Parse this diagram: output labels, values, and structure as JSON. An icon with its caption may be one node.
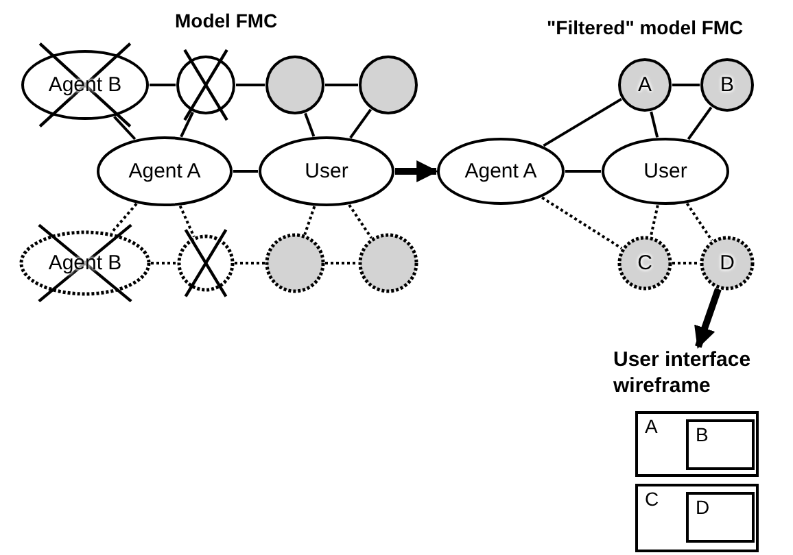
{
  "diagram": {
    "nodes": [
      {
        "text": [
          "Agent B"
        ]
      },
      {
        "text": [],
        "shape": "circle"
      },
      {
        "text": [],
        "shape": "circle"
      },
      {
        "text": [],
        "shape": "circle"
      },
      {
        "text": [
          "Agent A"
        ]
      },
      {
        "text": [
          "User"
        ]
      },
      {
        "text": [
          "Agent B"
        ]
      },
      {
        "text": [],
        "shape": "circle"
      },
      {
        "text": [],
        "shape": "circle"
      },
      {
        "text": [],
        "shape": "circle"
      },
      {
        "text": [
          "A"
        ]
      },
      {
        "text": [
          "B"
        ]
      },
      {
        "text": [
          "Agent A"
        ]
      },
      {
        "text": [
          "User"
        ]
      },
      {
        "text": [
          "C"
        ]
      },
      {
        "text": [
          "D"
        ]
      },
      {
        "text": [
          "User interface wireframe"
        ]
      },
      {
        "text": [
          "A"
        ]
      },
      {
        "text": [
          "B"
        ],
        "in": 17
      },
      {
        "text": [
          "C"
        ]
      },
      {
        "text": [
          "D"
        ],
        "in": 19
      }
    ],
    "edges": [
      {
        "from": 0,
        "to": 1,
        "arrow": "none"
      },
      {
        "from": 1,
        "to": 2,
        "arrow": "none"
      },
      {
        "from": 2,
        "to": 3,
        "arrow": "none"
      },
      {
        "from": 0,
        "to": 4,
        "arrow": "none"
      },
      {
        "from": 1,
        "to": 4,
        "arrow": "none"
      },
      {
        "from": 4,
        "to": 5,
        "arrow": "none"
      },
      {
        "from": 2,
        "to": 5,
        "arrow": "none"
      },
      {
        "from": 3,
        "to": 5,
        "arrow": "none"
      },
      {
        "from": 4,
        "to": 6,
        "arrow": "none",
        "style": "dashed"
      },
      {
        "from": 4,
        "to": 7,
        "arrow": "none",
        "style": "dashed"
      },
      {
        "from": 5,
        "to": 8,
        "arrow": "none",
        "style": "dashed"
      },
      {
        "from": 5,
        "to": 9,
        "arrow": "none",
        "style": "dashed"
      },
      {
        "from": 6,
        "to": 7,
        "arrow": "none",
        "style": "dashed"
      },
      {
        "from": 7,
        "to": 8,
        "arrow": "none",
        "style": "dashed"
      },
      {
        "from": 8,
        "to": 9,
        "arrow": "none",
        "style": "dashed"
      },
      {
        "from": 5,
        "to": 12,
        "arrow": "to",
        "style": "thick"
      },
      {
        "from": 10,
        "to": 11,
        "arrow": "none"
      },
      {
        "from": 10,
        "to": 12,
        "arrow": "none"
      },
      {
        "from": 10,
        "to": 13,
        "arrow": "none"
      },
      {
        "from": 11,
        "to": 13,
        "arrow": "none"
      },
      {
        "from": 12,
        "to": 13,
        "arrow": "none"
      },
      {
        "from": 12,
        "to": 14,
        "arrow": "none",
        "style": "dashed"
      },
      {
        "from": 13,
        "to": 14,
        "arrow": "none",
        "style": "dashed"
      },
      {
        "from": 13,
        "to": 15,
        "arrow": "none",
        "style": "dashed"
      },
      {
        "from": 14,
        "to": 15,
        "arrow": "none",
        "style": "dashed"
      },
      {
        "from": 15,
        "to": 16,
        "arrow": "to",
        "style": "thick"
      }
    ],
    "labels": [
      "Model FMC",
      "\"Filtered\" model FMC"
    ]
  }
}
